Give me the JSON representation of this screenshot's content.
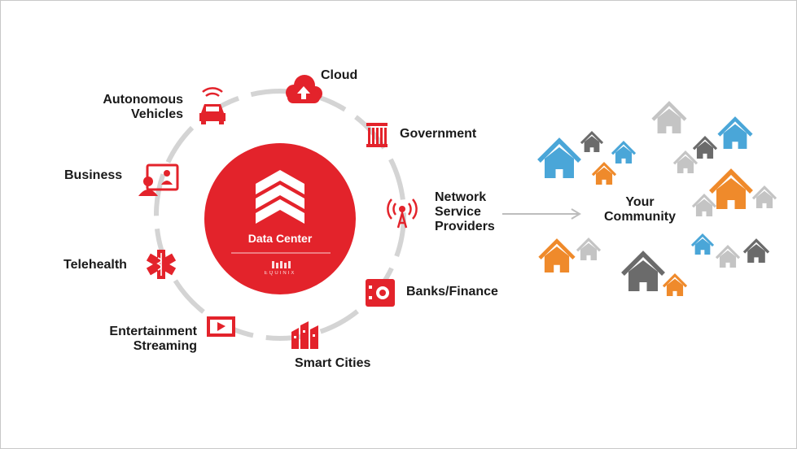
{
  "center": {
    "title": "Data Center",
    "logo_text": "EQUINIX"
  },
  "nodes": {
    "cloud": "Cloud",
    "government": "Government",
    "network": [
      "Network",
      "Service",
      "Providers"
    ],
    "banks": "Banks/Finance",
    "smart_cities": "Smart Cities",
    "entertainment": [
      "Entertainment",
      "Streaming"
    ],
    "telehealth": "Telehealth",
    "business": "Business",
    "autonomous": [
      "Autonomous",
      "Vehicles"
    ]
  },
  "community": [
    "Your",
    "Community"
  ],
  "colors": {
    "accent": "#e3232b",
    "ring": "#d4d4d4",
    "arrow": "#bdbdbd",
    "house_blue": "#4aa6d8",
    "house_orange": "#ef8a2b",
    "house_gray": "#6b6b6b",
    "house_light": "#c4c4c4"
  },
  "icons": [
    "cloud-upload-icon",
    "government-columns-icon",
    "antenna-icon",
    "safe-icon",
    "buildings-icon",
    "play-screen-icon",
    "medical-star-icon",
    "presenter-icon",
    "car-wifi-icon",
    "house-icon"
  ]
}
